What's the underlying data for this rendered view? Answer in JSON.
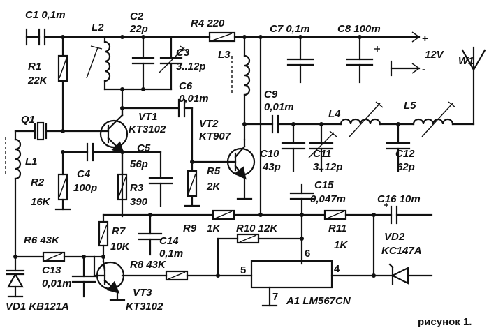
{
  "figure_caption": "рисунок 1.",
  "supply": {
    "plus": "+",
    "voltage": "12V",
    "minus": "-"
  },
  "antenna": "W1",
  "pin_labels": [
    "5",
    "6",
    "4",
    "7"
  ],
  "labels": {
    "C1": "C1 0,1m",
    "L2": "L2",
    "C2": "C2",
    "C2v": "22p",
    "R4": "R4 220",
    "C7": "C7 0,1m",
    "C8": "C8 100m",
    "R1": "R1",
    "R1v": "22K",
    "C3": "C3",
    "C3v": "3..12p",
    "L3": "L3",
    "C6": "C6",
    "C6v": "0,01m",
    "C9": "C9",
    "C9v": "0,01m",
    "VT1": "VT1",
    "VT1t": "KT3102",
    "VT2": "VT2",
    "VT2t": "KT907",
    "Q1": "Q1",
    "L1": "L1",
    "L4": "L4",
    "L5": "L5",
    "C5": "C5",
    "C5v": "56p",
    "C4": "C4",
    "C4v": "100p",
    "C10": "C10",
    "C10v": "43p",
    "C11": "C11",
    "C11v": "3..12p",
    "C12": "C12",
    "C12v": "62p",
    "R2": "R2",
    "R2v": "16K",
    "R3": "R3",
    "R3v": "390",
    "R5": "R5",
    "R5v": "2K",
    "C15": "C15",
    "C15v": "0,047m",
    "C16": "C16 10m",
    "R7": "R7",
    "R7v": "10K",
    "R9": "R9",
    "R9v": "1K",
    "R10": "R10 12K",
    "R11": "R11",
    "R11v": "1K",
    "VD2": "VD2",
    "VD2t": "KC147A",
    "R6": "R6 43K",
    "C13": "C13",
    "C13v": "0,01m",
    "C14": "C14",
    "C14v": "0,1m",
    "R8": "R8 43K",
    "VT3": "VT3",
    "VT3t": "KT3102",
    "VD1": "VD1 KB121A",
    "A1": "A1 LM567CN"
  }
}
